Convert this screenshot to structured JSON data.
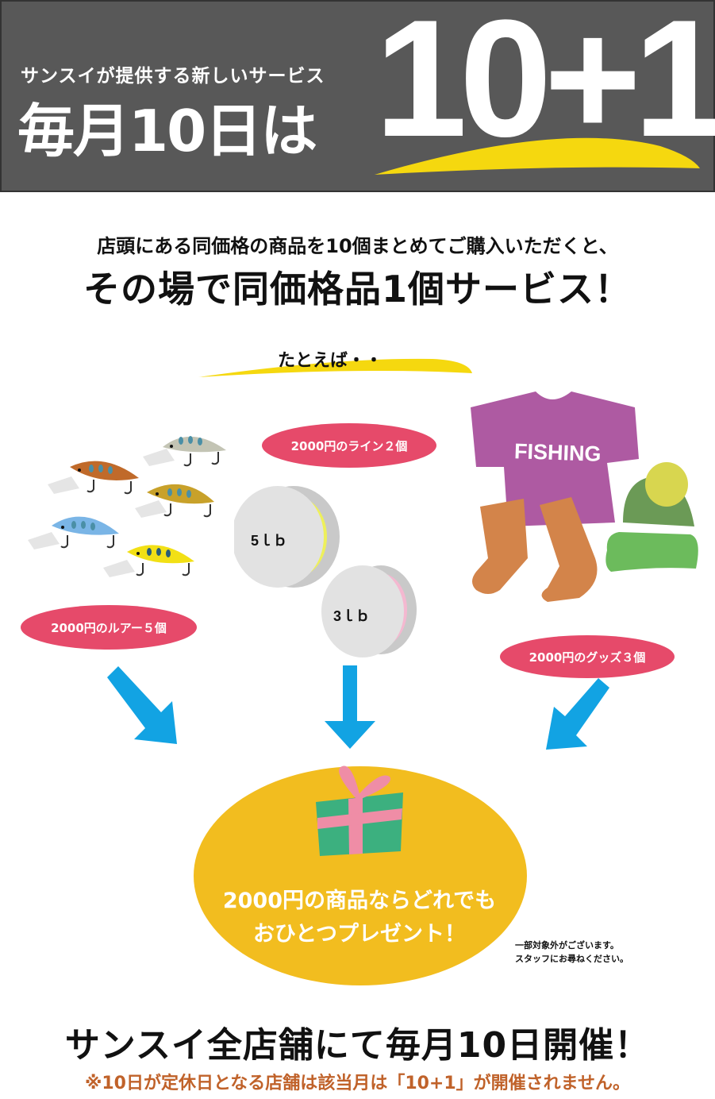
{
  "header": {
    "subtitle": "サンスイが提供する新しいサービス",
    "title": "毎月10日は",
    "big_number": "10+1"
  },
  "lead": {
    "line1": "店頭にある同価格の商品を10個まとめてご購入いただくと、",
    "line2": "その場で同価格品1個サービス！"
  },
  "example": {
    "label": "たとえば・・"
  },
  "groups": {
    "lures": {
      "label": "2000円のルアー５個"
    },
    "lines": {
      "label": "2000円のライン２個",
      "spool1": "5ｌｂ",
      "spool2": "3ｌｂ"
    },
    "goods": {
      "label": "2000円のグッズ３個",
      "shirt_text": "FISHING"
    }
  },
  "gift": {
    "line1": "2000円の商品ならどれでも",
    "line2": "おひとつプレゼント！"
  },
  "note": {
    "line1": "一部対象外がございます。",
    "line2": "スタッフにお尋ねください。"
  },
  "footer": {
    "main": "サンスイ全店舗にて毎月10日開催！",
    "sub": "※10日が定休日となる店舗は該当月は「10+1」が開催されません。"
  },
  "colors": {
    "header_bg": "#585858",
    "accent_yellow": "#f5d80f",
    "pill_pink": "#e64a6a",
    "arrow_blue": "#12a3e3",
    "gift_ellipse": "#f2bd1f",
    "footer_note": "#c0622a"
  }
}
